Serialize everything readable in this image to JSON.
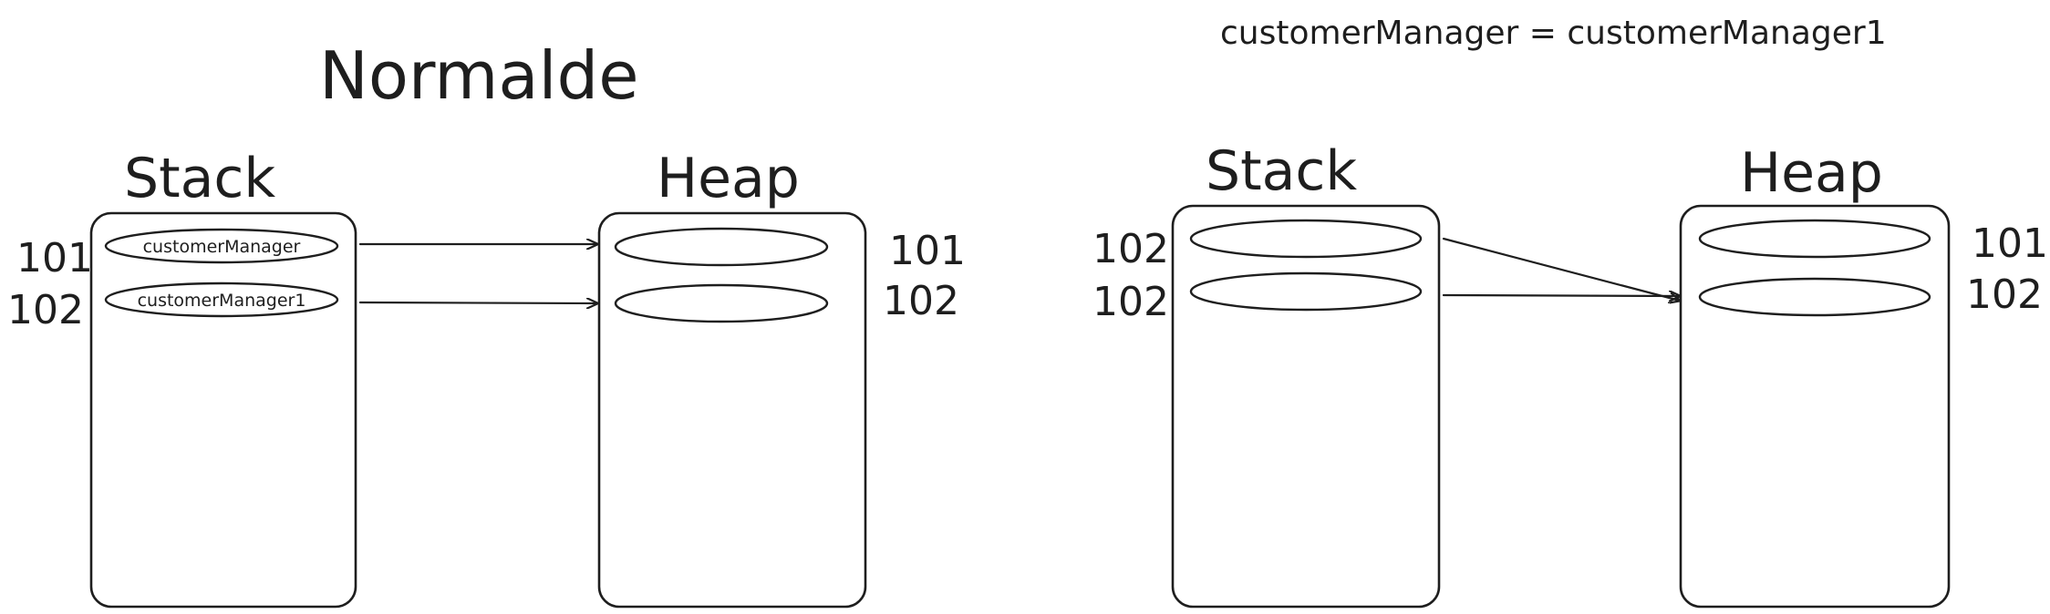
{
  "left_panel": {
    "title": "Normalde",
    "stack": {
      "heading": "Stack",
      "addresses": [
        "101",
        "102"
      ],
      "variables": [
        "customerManager",
        "customerManager1"
      ]
    },
    "heap": {
      "heading": "Heap",
      "addresses": [
        "101",
        "102"
      ]
    },
    "arrows": [
      {
        "from": "customerManager",
        "to": "101"
      },
      {
        "from": "customerManager1",
        "to": "102"
      }
    ]
  },
  "right_panel": {
    "assignment": "customerManager = customerManager1",
    "stack": {
      "heading": "Stack",
      "addresses": [
        "102",
        "102"
      ]
    },
    "heap": {
      "heading": "Heap",
      "addresses": [
        "101",
        "102"
      ]
    },
    "arrows": [
      {
        "from": "stack slot 1",
        "to": "102"
      },
      {
        "from": "stack slot 2",
        "to": "102"
      }
    ]
  },
  "colors": {
    "ink": "#1e1e1e",
    "background": "#ffffff"
  }
}
